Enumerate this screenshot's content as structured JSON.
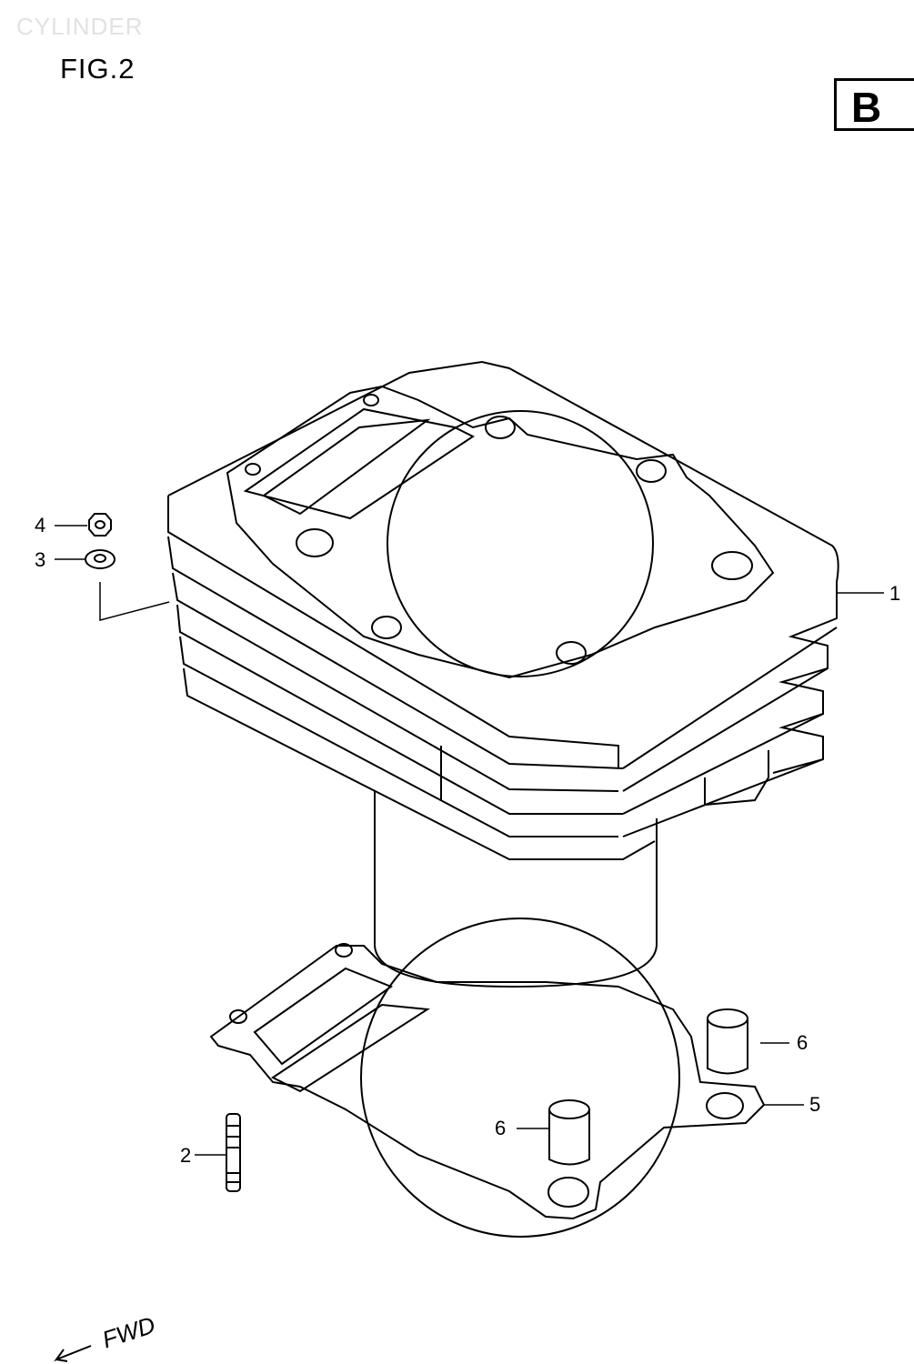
{
  "header": {
    "watermark": "CYLINDER",
    "figure_label": "FIG.2",
    "section_badge": "B"
  },
  "callouts": [
    {
      "id": "part-1",
      "label": "1"
    },
    {
      "id": "part-2",
      "label": "2"
    },
    {
      "id": "part-3",
      "label": "3"
    },
    {
      "id": "part-4",
      "label": "4"
    },
    {
      "id": "part-5",
      "label": "5"
    },
    {
      "id": "part-6a",
      "label": "6"
    },
    {
      "id": "part-6b",
      "label": "6"
    }
  ],
  "direction_marker": {
    "label": "FWD"
  }
}
